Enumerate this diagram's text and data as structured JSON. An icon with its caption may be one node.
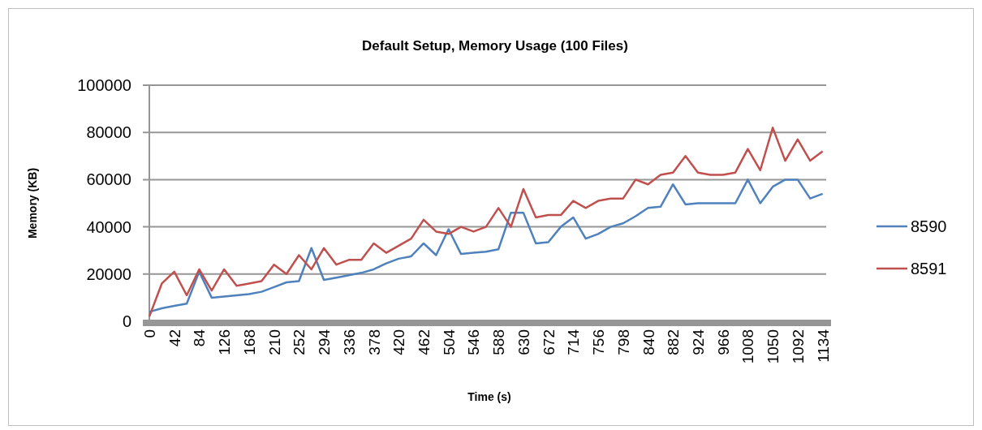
{
  "diagram": {
    "chart_data": {
      "type": "line",
      "title": "Default Setup, Memory Usage (100 Files)",
      "xlabel": "Time (s)",
      "ylabel": "Memory (KB)",
      "x": [
        0,
        21,
        42,
        63,
        84,
        105,
        126,
        147,
        168,
        189,
        210,
        231,
        252,
        273,
        294,
        315,
        336,
        357,
        378,
        399,
        420,
        441,
        462,
        483,
        504,
        525,
        546,
        567,
        588,
        609,
        630,
        651,
        672,
        693,
        714,
        735,
        756,
        777,
        798,
        819,
        840,
        861,
        882,
        903,
        924,
        945,
        966,
        987,
        1008,
        1029,
        1050,
        1071,
        1092,
        1113,
        1134
      ],
      "series": [
        {
          "name": "8590",
          "color": "#4f81bd",
          "values": [
            4000,
            5500,
            6500,
            7500,
            21000,
            10000,
            10500,
            11000,
            11500,
            12500,
            14500,
            16500,
            17000,
            31000,
            17500,
            18500,
            19500,
            20500,
            22000,
            24500,
            26500,
            27500,
            33000,
            28000,
            39000,
            28500,
            29000,
            29500,
            30500,
            46000,
            46000,
            33000,
            33500,
            40000,
            44000,
            35000,
            37000,
            40000,
            41500,
            44500,
            48000,
            48500,
            58000,
            49500,
            50000,
            50000,
            50000,
            50000,
            60000,
            50000,
            57000,
            60000,
            60000,
            52000,
            54000
          ]
        },
        {
          "name": "8591",
          "color": "#c0504d",
          "values": [
            2000,
            16000,
            21000,
            11000,
            22000,
            13000,
            22000,
            15000,
            16000,
            17000,
            24000,
            20000,
            28000,
            22000,
            31000,
            24000,
            26000,
            26000,
            33000,
            29000,
            32000,
            35000,
            43000,
            38000,
            37000,
            40000,
            38000,
            40000,
            48000,
            40000,
            56000,
            44000,
            45000,
            45000,
            51000,
            48000,
            51000,
            52000,
            52000,
            60000,
            58000,
            62000,
            63000,
            70000,
            63000,
            62000,
            62000,
            63000,
            73000,
            64000,
            82000,
            68000,
            77000,
            68000,
            72000
          ]
        }
      ],
      "xlim": [
        0,
        1140
      ],
      "ylim": [
        0,
        100000
      ],
      "xticks": [
        0,
        42,
        84,
        126,
        168,
        210,
        252,
        294,
        336,
        378,
        420,
        462,
        504,
        546,
        588,
        630,
        672,
        714,
        756,
        798,
        840,
        882,
        924,
        966,
        1008,
        1050,
        1092,
        1134
      ],
      "yticks": [
        0,
        20000,
        40000,
        60000,
        80000,
        100000
      ],
      "grid": true,
      "legend": "right"
    }
  }
}
